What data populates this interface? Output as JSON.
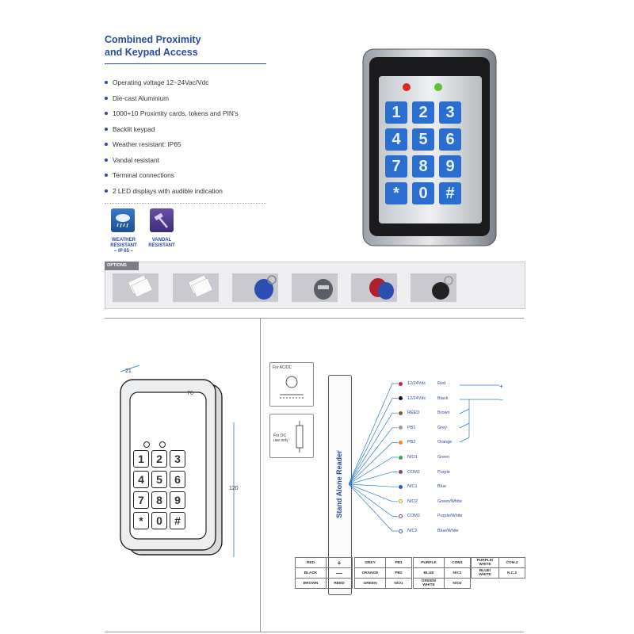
{
  "header": {
    "title_line1": "Combined Proximity",
    "title_line2": "and Keypad Access"
  },
  "features": [
    "Operating voltage 12~24Vac/Vdc",
    "Die-cast Aluminium",
    "1000+10 Proximity cards, tokens and PIN's",
    "Backlit keypad",
    "Weather resistant: IP65",
    "Vandal resistant",
    "Terminal connections",
    "2 LED displays with audible indication"
  ],
  "badges": {
    "weather": {
      "l1": "WEATHER",
      "l2": "RESISTANT",
      "l3": "– IP 65 –"
    },
    "vandal": {
      "l1": "VANDAL",
      "l2": "RESISTANT"
    }
  },
  "options": {
    "label": "OPTIONS"
  },
  "keypad": {
    "keys": [
      "1",
      "2",
      "3",
      "4",
      "5",
      "6",
      "7",
      "8",
      "9",
      "*",
      "0",
      "#"
    ]
  },
  "dimensions": {
    "depth": "21",
    "width": "76",
    "height": "120"
  },
  "wiring": {
    "ac_dc_label": "For AC/DC",
    "dc_label_1": "For DC",
    "dc_label_2": "use only",
    "reader_label": "Stand Alone Reader",
    "plus": "+",
    "minus": "–",
    "wires": [
      {
        "terminal": "12/24Vdc",
        "color_name": "Red",
        "dot": "#d0202a",
        "hollow": false
      },
      {
        "terminal": "12/24Vdc",
        "color_name": "Black",
        "dot": "#111111",
        "hollow": false
      },
      {
        "terminal": "REED",
        "color_name": "Brown",
        "dot": "#8a5a2b",
        "hollow": false
      },
      {
        "terminal": "PB1",
        "color_name": "Grey",
        "dot": "#9a9a9a",
        "hollow": false
      },
      {
        "terminal": "PB2",
        "color_name": "Orange",
        "dot": "#f08a1c",
        "hollow": false
      },
      {
        "terminal": "N/O1",
        "color_name": "Green",
        "dot": "#3aa84a",
        "hollow": false
      },
      {
        "terminal": "COM1",
        "color_name": "Purple",
        "dot": "#7a3fa0",
        "hollow": false
      },
      {
        "terminal": "N/C1",
        "color_name": "Blue",
        "dot": "#2a5ab8",
        "hollow": false
      },
      {
        "terminal": "N/O2",
        "color_name": "Green/White",
        "dot": "#c8a400",
        "hollow": true
      },
      {
        "terminal": "COM2",
        "color_name": "Purple/White",
        "dot": "#7a3fa0",
        "hollow": true
      },
      {
        "terminal": "N/C2",
        "color_name": "Blue/White",
        "dot": "#2a5ab8",
        "hollow": true
      }
    ]
  },
  "legend_tables": {
    "t1": [
      [
        "RED",
        "+"
      ],
      [
        "BLACK",
        "—"
      ],
      [
        "BROWN",
        "REED"
      ]
    ],
    "t2": [
      [
        "GREY",
        "PB1"
      ],
      [
        "ORANGE",
        "PB2"
      ],
      [
        "GREEN",
        "N/O1"
      ]
    ],
    "t3": [
      [
        "PURPLE",
        "COM1"
      ],
      [
        "BLUE",
        "N/C1"
      ],
      [
        "GREEN/ WHITE",
        "N/O2"
      ]
    ],
    "t4": [
      [
        "PURPLE/ WHITE",
        "COM.2"
      ],
      [
        "BLUE/ WHITE",
        "N.C.2"
      ]
    ]
  }
}
